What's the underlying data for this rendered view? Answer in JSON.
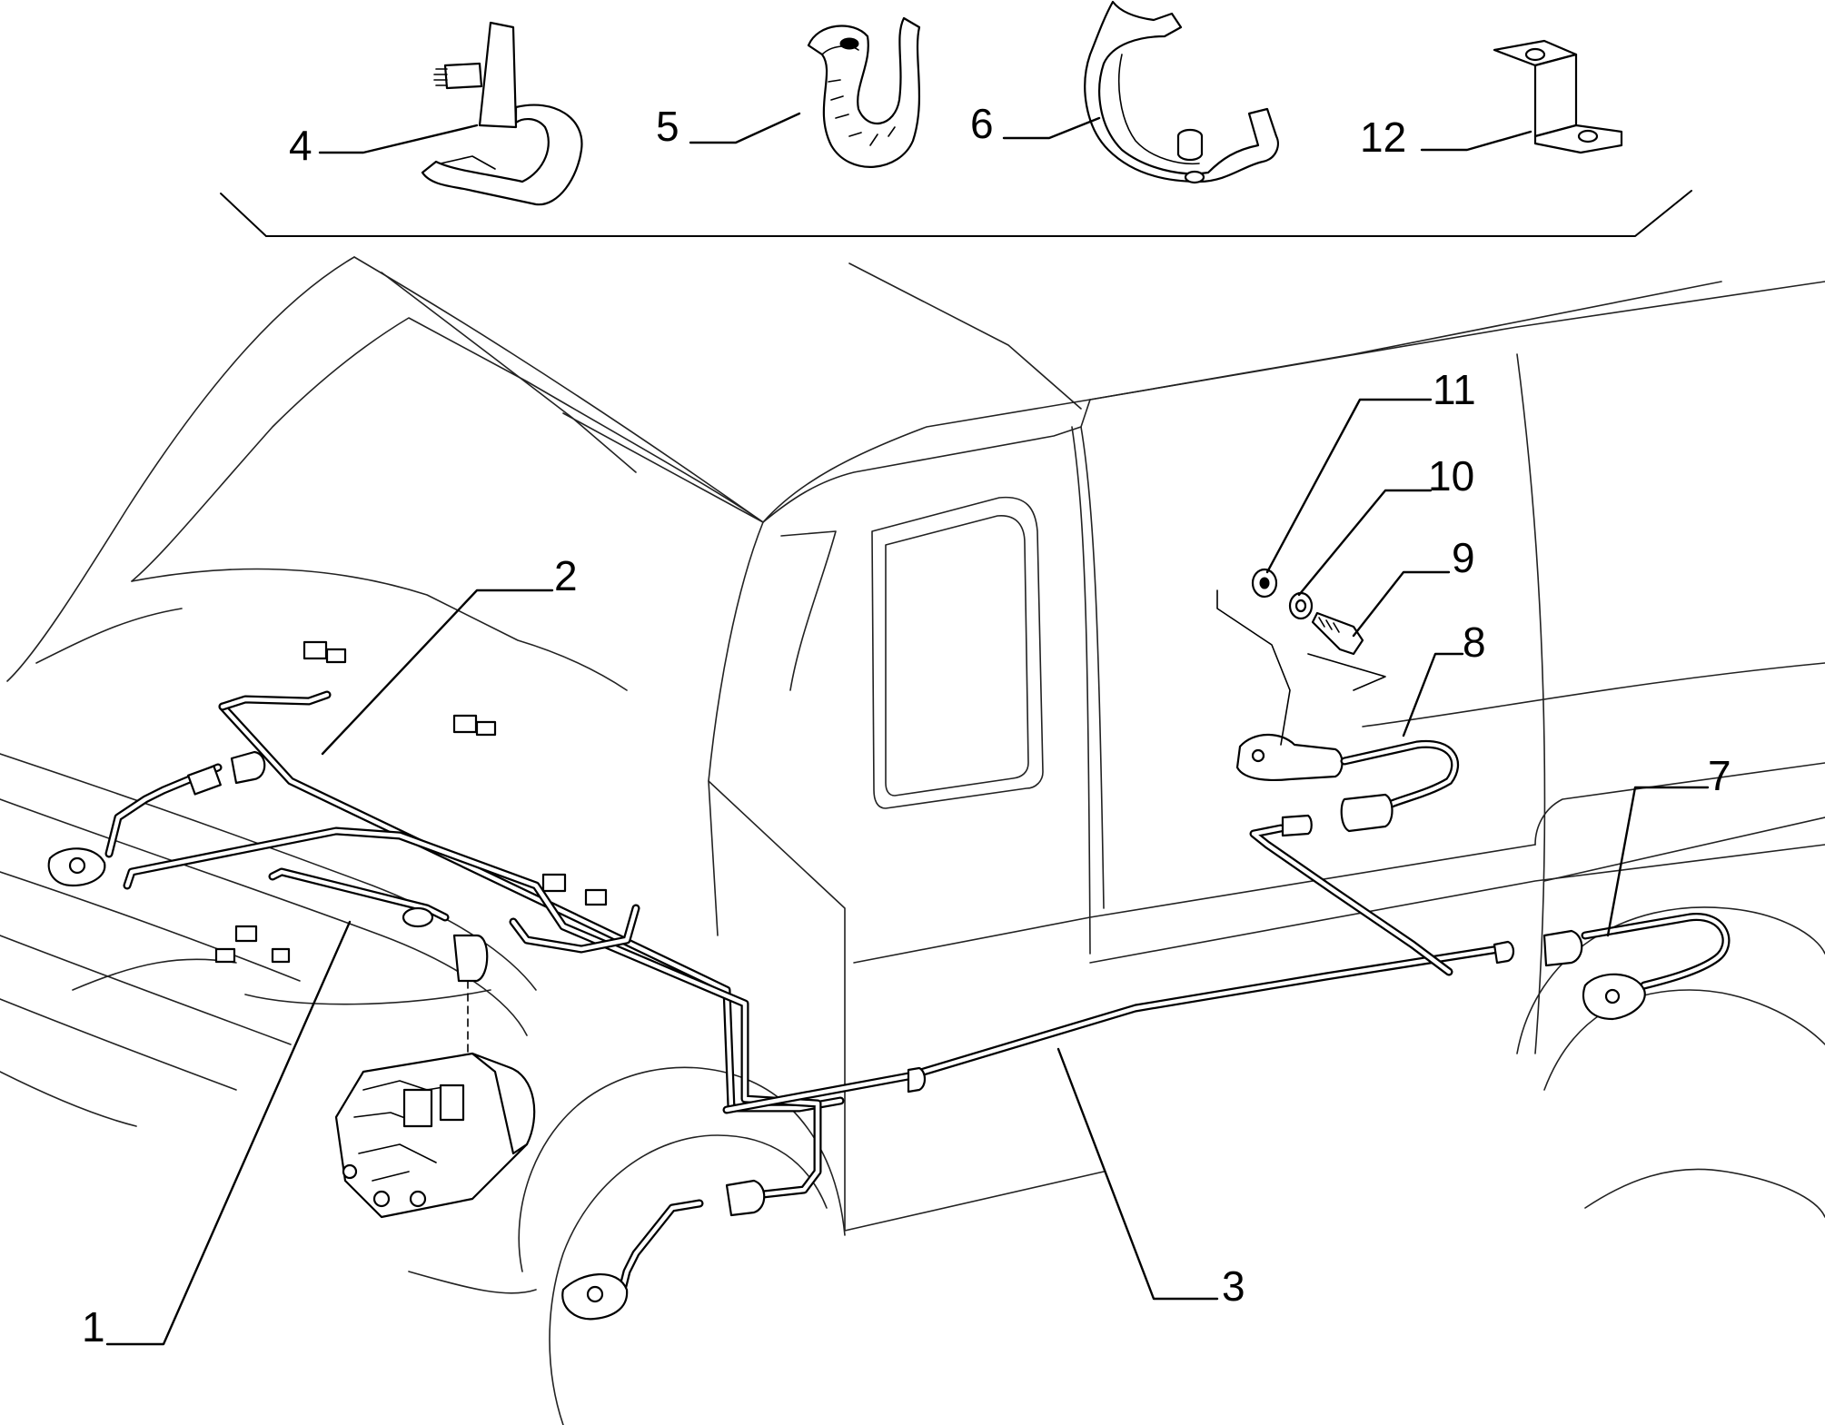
{
  "callouts": {
    "c1": "1",
    "c2": "2",
    "c3": "3",
    "c4": "4",
    "c5": "5",
    "c6": "6",
    "c7": "7",
    "c8": "8",
    "c9": "9",
    "c10": "10",
    "c11": "11",
    "c12": "12"
  },
  "colors": {
    "ink": "#000000",
    "paper": "#ffffff"
  }
}
